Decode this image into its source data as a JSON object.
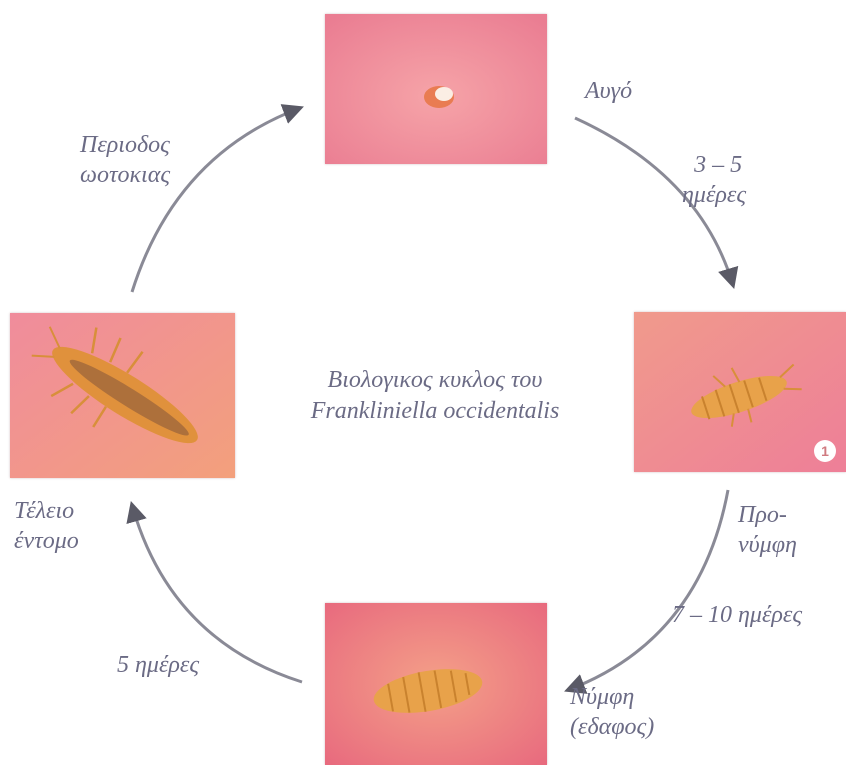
{
  "title_line1": "Βιολογικος κυκλος του",
  "title_line2": "Frankliniella occidentalis",
  "stages": {
    "egg": "Αυγό",
    "prenymph_1": "Προ-",
    "prenymph_2": "νύμφη",
    "nymph_1": "Νύμφη",
    "nymph_2": "(εδαφος)",
    "adult_1": "Τέλειο",
    "adult_2": "έντομο",
    "laying_1": "Περιοδος",
    "laying_2": "ωοτοκιας"
  },
  "durations": {
    "egg_days_1": "3 – 5",
    "egg_days_2": "ημέρες",
    "prenymph_days": "7 – 10 ημέρες",
    "nymph_days": "5 ημέρες"
  },
  "badge": "1",
  "colors": {
    "text": "#6b6b85",
    "arrow": "#8a8a96",
    "photo_bg": "#f08a9a",
    "insect": "#e8a24a"
  }
}
